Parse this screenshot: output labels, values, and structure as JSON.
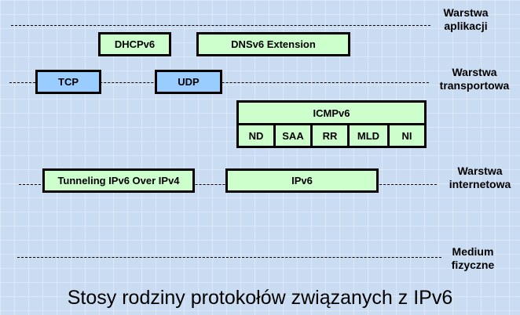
{
  "layers": {
    "application": {
      "line1": "Warstwa",
      "line2": "aplikacji"
    },
    "transport": {
      "line1": "Warstwa",
      "line2": "transportowa"
    },
    "internet": {
      "line1": "Warstwa",
      "line2": "internetowa"
    },
    "physical": {
      "line1": "Medium",
      "line2": "fizyczne"
    }
  },
  "boxes": {
    "dhcpv6": "DHCPv6",
    "dnsv6": "DNSv6 Extension",
    "tcp": "TCP",
    "udp": "UDP",
    "icmpv6": "ICMPv6",
    "icmp_subs": [
      "ND",
      "SAA",
      "RR",
      "MLD",
      "NI"
    ],
    "tunneling": "Tunneling IPv6 Over IPv4",
    "ipv6": "IPv6"
  },
  "title": "Stosy rodziny protokołów związanych z IPv6",
  "colors": {
    "green_box": "#ccffcc",
    "blue_box": "#99ccff",
    "background": "#c9dcf2"
  }
}
